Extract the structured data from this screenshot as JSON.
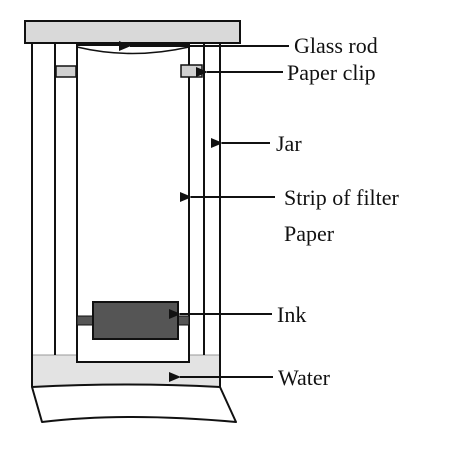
{
  "labels": {
    "glass_rod": "Glass rod",
    "paper_clip": "Paper clip",
    "jar": "Jar",
    "strip_line1": "Strip of filter",
    "strip_line2": "Paper",
    "ink": "Ink",
    "water": "Water"
  },
  "colors": {
    "stroke": "#111111",
    "rod_fill": "#d9d9d9",
    "water_fill": "#e3e3e3",
    "ink_fill": "#555555",
    "clip_fill": "#d0d0d0",
    "paper_fill": "#ffffff"
  }
}
